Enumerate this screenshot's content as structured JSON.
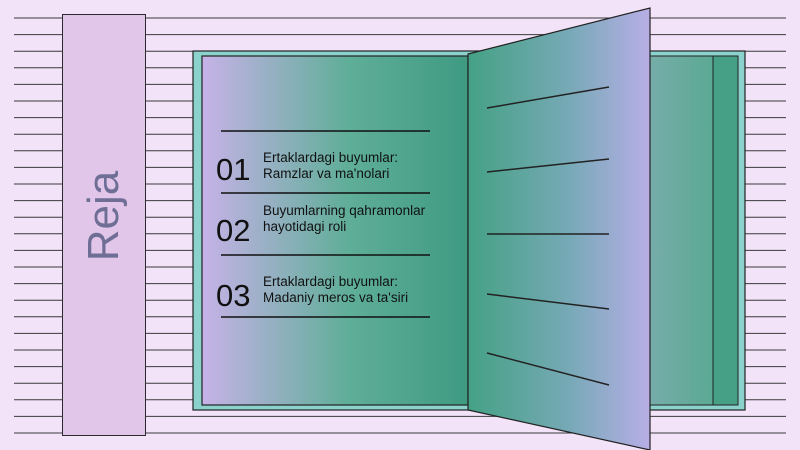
{
  "slide": {
    "title": "Reja",
    "items": [
      {
        "number": "01",
        "text": "Ertaklardagi buyumlar: Ramzlar va ma'nolari"
      },
      {
        "number": "02",
        "text": "Buyumlarning qahramonlar hayotidagi roli"
      },
      {
        "number": "03",
        "text": "Ertaklardagi buyumlar: Madaniy meros va ta'siri"
      }
    ]
  },
  "colors": {
    "background": "#f2e3f8",
    "stripe_line": "#3a3a3a",
    "band": "#e2c6ea",
    "title_text": "#6f6f96",
    "book_cover": "#8bd2cc",
    "page_lavender": "#c7b2e8",
    "page_green": "#4fa58c",
    "outline": "#222222"
  }
}
